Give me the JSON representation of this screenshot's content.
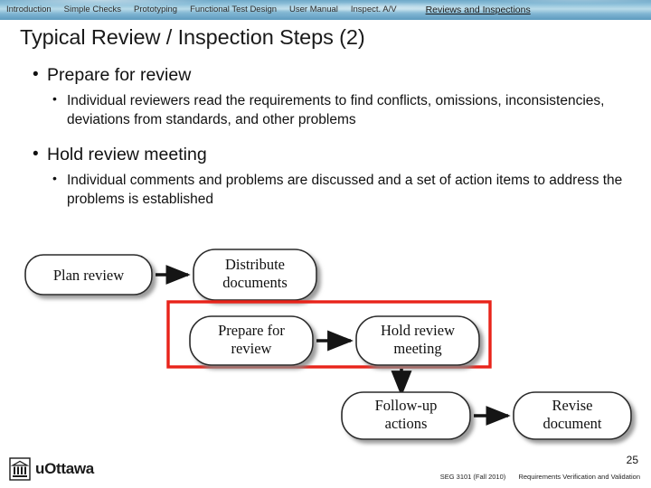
{
  "nav": {
    "items": [
      {
        "label": "Introduction",
        "current": false
      },
      {
        "label": "Simple Checks",
        "current": false
      },
      {
        "label": "Prototyping",
        "current": false
      },
      {
        "label": "Functional Test Design",
        "current": false
      },
      {
        "label": "User Manual",
        "current": false
      },
      {
        "label": "Inspect. A/V",
        "current": false
      },
      {
        "label": "Reviews and Inspections",
        "current": true
      }
    ]
  },
  "slide": {
    "title": "Typical Review / Inspection Steps (2)",
    "number": "25",
    "bullets": [
      {
        "level": 1,
        "text": "Prepare for review",
        "marker": "•"
      },
      {
        "level": 2,
        "text": "Individual reviewers read the requirements to find conflicts, omissions, inconsistencies, deviations from standards, and other problems",
        "marker": "•"
      },
      {
        "level": 1,
        "text": "Hold review meeting",
        "marker": "•"
      },
      {
        "level": 2,
        "text": "Individual comments and problems are discussed and a set of action items to address the problems is established",
        "marker": "•"
      }
    ]
  },
  "diagram": {
    "nodes": [
      {
        "id": "plan",
        "label": "Plan review"
      },
      {
        "id": "distribute",
        "label": "Distribute\ndocuments",
        "line1": "Distribute",
        "line2": "documents"
      },
      {
        "id": "prepare",
        "label": "Prepare for\nreview",
        "line1": "Prepare for",
        "line2": "review"
      },
      {
        "id": "hold",
        "label": "Hold review\nmeeting",
        "line1": "Hold review",
        "line2": "meeting"
      },
      {
        "id": "followup",
        "label": "Follow-up\nactions",
        "line1": "Follow-up",
        "line2": "actions"
      },
      {
        "id": "revise",
        "label": "Revise\ndocument",
        "line1": "Revise",
        "line2": "document"
      }
    ],
    "highlight_color": "#e8231a",
    "highlighted_nodes": [
      "prepare",
      "hold"
    ]
  },
  "footer": {
    "logo_text": "uOttawa",
    "course": "SEG 3101 (Fall 2010)",
    "topic": "Requirements Verification and Validation"
  }
}
